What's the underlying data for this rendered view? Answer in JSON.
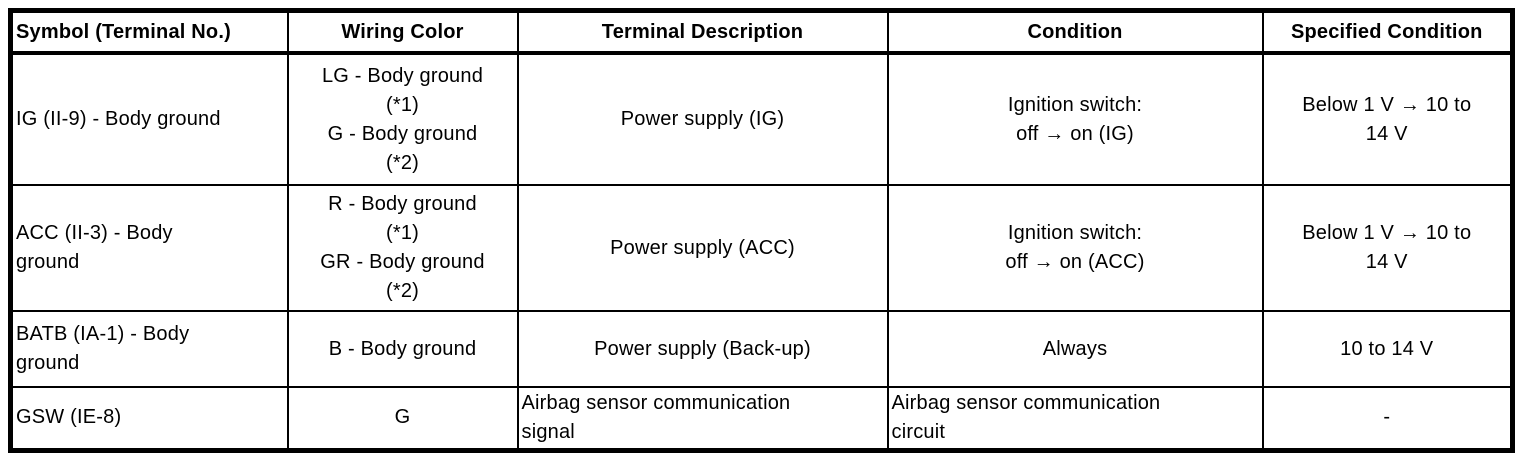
{
  "page": {
    "background_color": "#ffffff",
    "border_color": "#000000",
    "text_color": "#000000"
  },
  "table": {
    "headers": [
      "Symbol (Terminal No.)",
      "Wiring Color",
      "Terminal Description",
      "Condition",
      "Specified Condition"
    ],
    "rows": [
      {
        "cells": [
          "IG (II-9) - Body ground",
          "LG - Body ground\n(*1)\nG - Body ground\n(*2)",
          "Power supply (IG)",
          "Ignition switch:\noff → on (IG)",
          "Below 1 V → 10 to\n14 V"
        ]
      },
      {
        "cells": [
          "ACC (II-3) - Body\nground",
          "R - Body ground\n(*1)\nGR - Body ground\n(*2)",
          "Power supply (ACC)",
          "Ignition switch:\noff → on (ACC)",
          "Below 1 V → 10 to\n14 V"
        ]
      },
      {
        "cells": [
          "BATB (IA-1) - Body\nground",
          "B - Body ground",
          "Power supply (Back-up)",
          "Always",
          "10 to 14 V"
        ]
      },
      {
        "cells": [
          "GSW (IE-8)",
          "G",
          "Airbag sensor communication\nsignal",
          "Airbag sensor communication\ncircuit",
          "-"
        ]
      }
    ]
  }
}
